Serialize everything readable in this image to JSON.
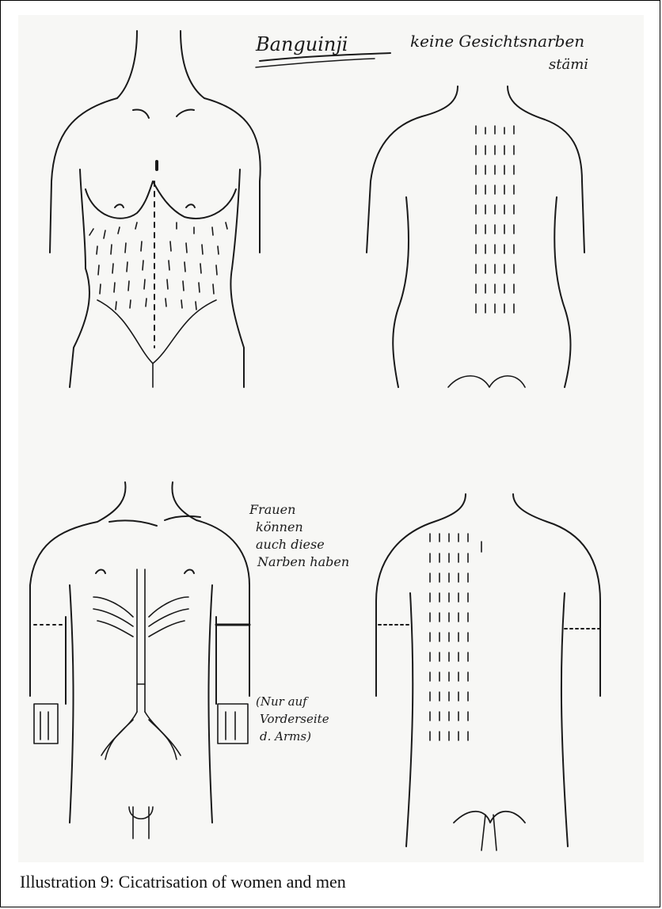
{
  "figure": {
    "caption": "Illustration 9: Cicatrisation of women and men",
    "annotations": {
      "title": "Banguinji",
      "title_note_line1": "keine Gesichtsnarben",
      "title_note_line2": "stämi",
      "women_note_line1": "Frauen",
      "women_note_line2": "können",
      "women_note_line3": "auch diese",
      "women_note_line4": "Narben haben",
      "arm_note_line1": "(Nur auf",
      "arm_note_line2": "Vorderseite",
      "arm_note_line3": "d. Arms)"
    },
    "panels": {
      "female_front": "female-torso-front",
      "female_back": "female-torso-back",
      "male_front": "male-torso-front",
      "male_back": "male-torso-back"
    },
    "colors": {
      "ink": "#1a1a1a",
      "paper": "#f7f7f5"
    }
  }
}
